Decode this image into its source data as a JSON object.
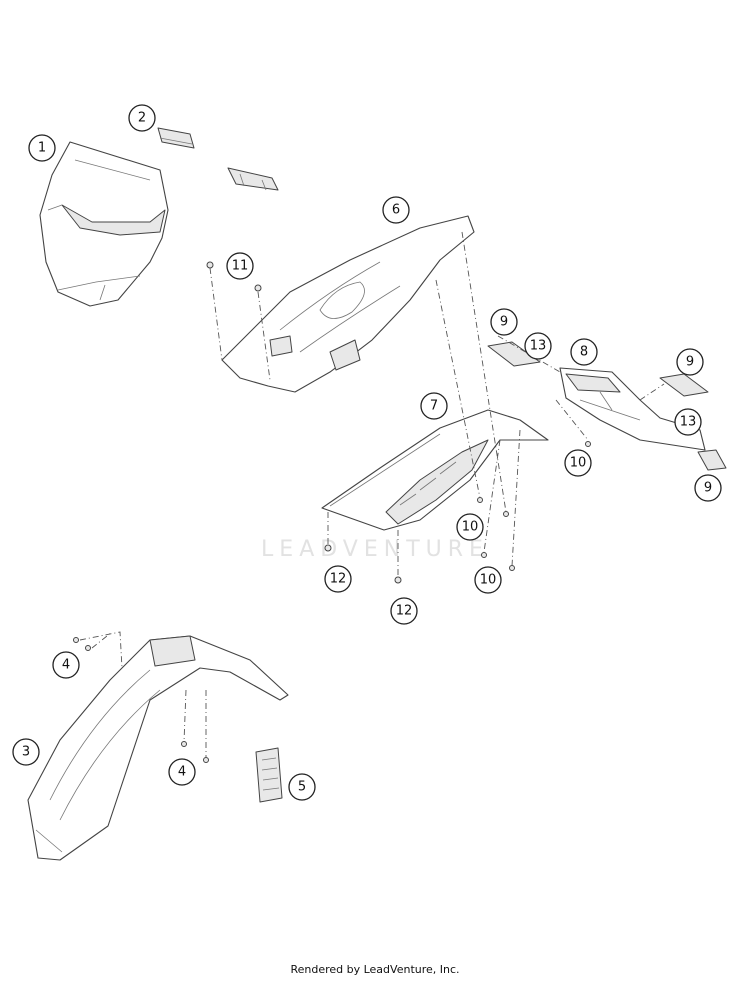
{
  "callouts": [
    {
      "label": "1"
    },
    {
      "label": "2"
    },
    {
      "label": "3"
    },
    {
      "label": "4"
    },
    {
      "label": "4"
    },
    {
      "label": "5"
    },
    {
      "label": "6"
    },
    {
      "label": "7"
    },
    {
      "label": "8"
    },
    {
      "label": "9"
    },
    {
      "label": "9"
    },
    {
      "label": "9"
    },
    {
      "label": "10"
    },
    {
      "label": "10"
    },
    {
      "label": "10"
    },
    {
      "label": "11"
    },
    {
      "label": "12"
    },
    {
      "label": "12"
    },
    {
      "label": "13"
    },
    {
      "label": "13"
    }
  ],
  "watermark": "LEADVENTURE",
  "footer": "Rendered by LeadVenture, Inc."
}
